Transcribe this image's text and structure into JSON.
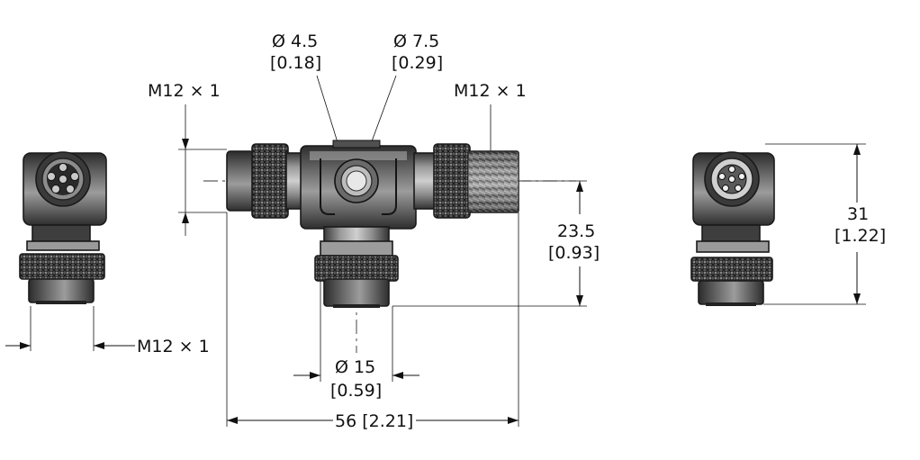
{
  "labels": {
    "dia_small": "Ø 4.5",
    "dia_small_in": "[0.18]",
    "dia_large": "Ø 7.5",
    "dia_large_in": "[0.29]",
    "thread_left": "M12 × 1",
    "thread_right": "M12 × 1",
    "thread_bottom": "M12 × 1",
    "height_mm": "23.5",
    "height_in": "[0.93]",
    "dia_bottom": "Ø 15",
    "dia_bottom_in": "[0.59]",
    "length": "56 [2.21]",
    "side_height_mm": "31",
    "side_height_in": "[1.22]"
  },
  "colors": {
    "body_dark": "#3c3c3c",
    "body_mid": "#6e6e6e",
    "body_light": "#b4b4b4",
    "line": "#111111"
  }
}
